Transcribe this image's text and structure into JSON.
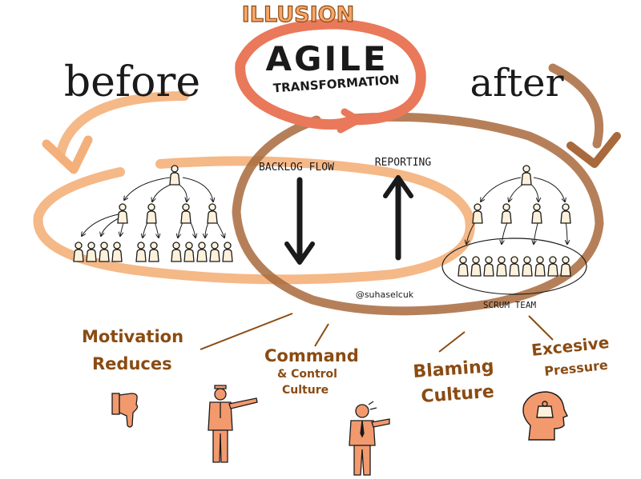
{
  "header": {
    "illusion": "ILLUSION",
    "agile": "AGILE",
    "transformation": "TRANSFORMATION"
  },
  "labels": {
    "before": "before",
    "after": "after",
    "backlog_flow": "BACKLOG FLOW",
    "reporting": "REPORTING",
    "scrum_team": "SCRUM TEAM",
    "handle": "@suhaselcuk"
  },
  "effects": {
    "motivation": [
      "Motivation",
      "Reduces"
    ],
    "command": [
      "Command",
      "& Control",
      "Culture"
    ],
    "blaming": [
      "Blaming",
      "Culture"
    ],
    "pressure": [
      "Excesive",
      "Pressure"
    ]
  },
  "colors": {
    "orange_light": "#f4b07a",
    "orange_mid": "#eb9a58",
    "coral": "#e9795a",
    "brown": "#a86a3c",
    "brown_text": "#8a4b12",
    "figure_fill": "#fdf1dc",
    "ink": "#1a1a1a",
    "icon_orange": "#f29a6e"
  },
  "icons": [
    "thumbs-down-icon",
    "pointing-officer-icon",
    "blaming-man-icon",
    "head-weight-icon"
  ]
}
